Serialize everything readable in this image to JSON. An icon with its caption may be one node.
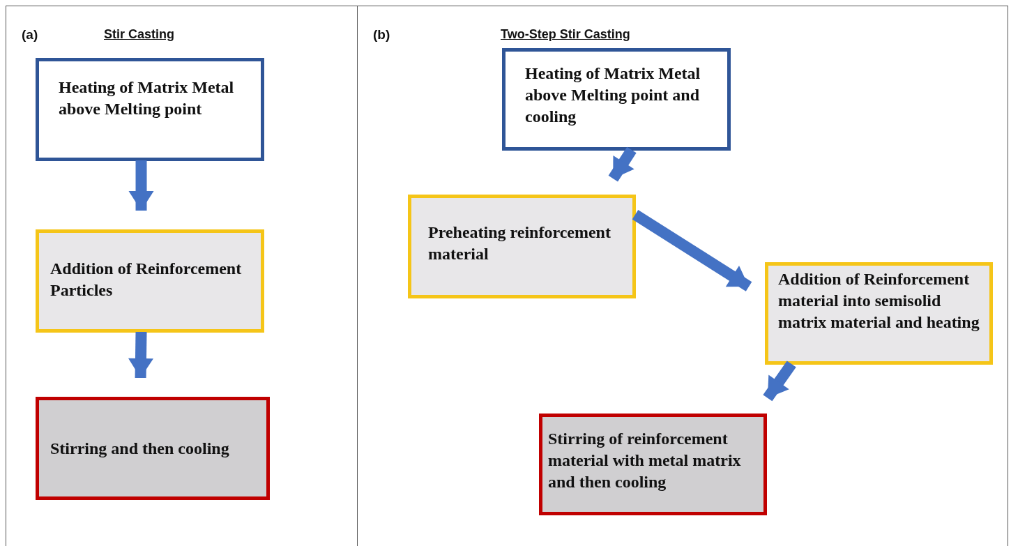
{
  "diagram": {
    "nodes": [
      {
        "text": [
          "(a)",
          "Stir Casting"
        ]
      },
      {
        "text": [
          "Heating of Matrix Metal above Melting point"
        ],
        "in": 0
      },
      {
        "text": [
          "Addition of Reinforcement Particles"
        ],
        "in": 0
      },
      {
        "text": [
          "Stirring and then cooling"
        ],
        "in": 0
      },
      {
        "text": [
          "(b)",
          "Two-Step Stir Casting"
        ]
      },
      {
        "text": [
          "Heating of Matrix Metal above Melting point and cooling"
        ],
        "in": 4
      },
      {
        "text": [
          "Preheating reinforcement material"
        ],
        "in": 4
      },
      {
        "text": [
          "Addition of Reinforcement material into semisolid matrix material and heating"
        ],
        "in": 4
      },
      {
        "text": [
          "Stirring of reinforcement material with metal matrix and then cooling"
        ],
        "in": 4
      }
    ],
    "edges": [
      {
        "from": 1,
        "to": 2,
        "arrow": "to"
      },
      {
        "from": 2,
        "to": 3,
        "arrow": "to"
      },
      {
        "from": 5,
        "to": 6,
        "arrow": "to"
      },
      {
        "from": 6,
        "to": 7,
        "arrow": "to"
      },
      {
        "from": 7,
        "to": 8,
        "arrow": "to"
      }
    ]
  }
}
